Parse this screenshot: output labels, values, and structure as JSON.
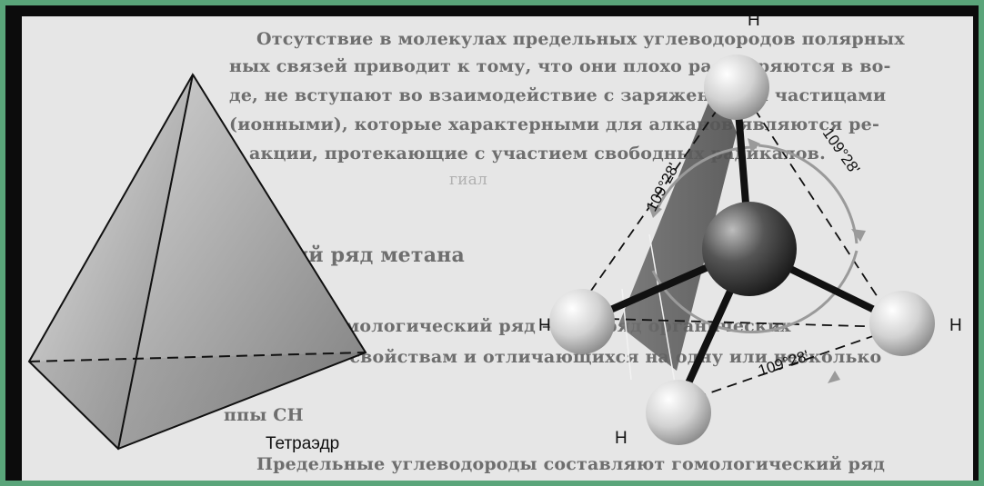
{
  "background_text": [
    "Отсутствие в молекулах предельных углеводородов полярных",
    "ных связей приводит к тому, что они плохо растворяются в во-",
    "де, не вступают во взаимодействие с заряженными частицами",
    "(ионными), которые характерными для алканов являются ре-",
    "акции, протекающие с участием свободных радикалов.",
    "гиал",
    "ический ряд метана",
    "гомологический ряд — это ряд органических",
    "строению и свойствам и отличающихся на одну или несколько",
    "ппы СН",
    "Предельные углеводороды составляют гомологический ряд"
  ],
  "labels": {
    "tetrahedron": "Тетраэдр",
    "h_top": "H",
    "h_left": "H",
    "h_right": "H",
    "h_bottom": "H"
  },
  "angles": [
    "109°28'",
    "109°28'",
    "109°28'"
  ],
  "colors": {
    "outer_bg": "#5aa57a",
    "frame": "#0c0c0c",
    "paper": "#e6e6e6",
    "carbon": "#3a3a3a",
    "hydrogen": "#d0d0d0"
  }
}
